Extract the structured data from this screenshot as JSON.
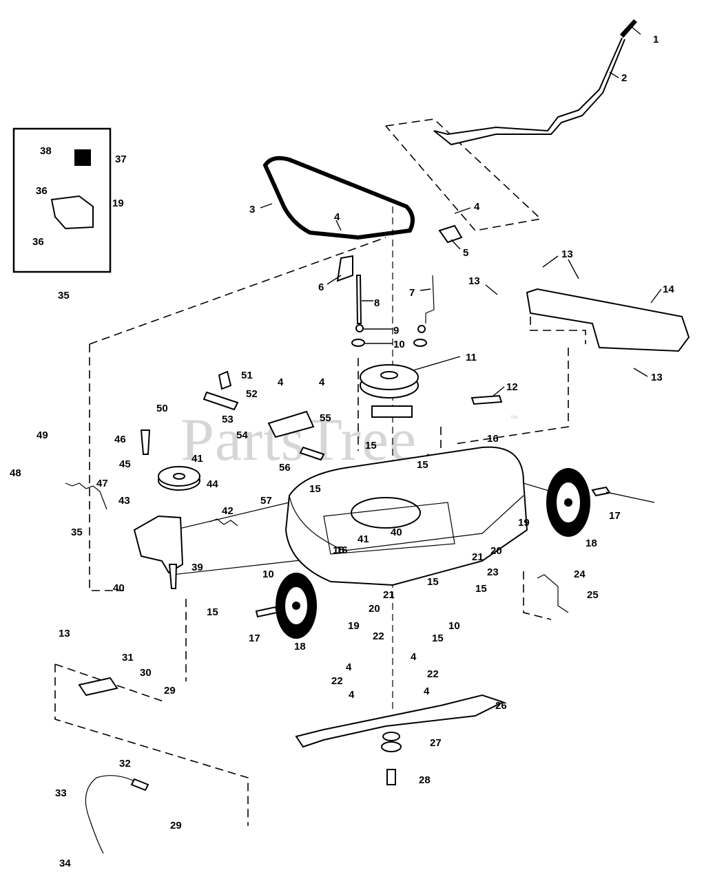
{
  "watermark": "PartsTree",
  "watermark_tm": "™",
  "callouts": [
    {
      "id": "c1",
      "label": "1"
    },
    {
      "id": "c2",
      "label": "2"
    },
    {
      "id": "c3",
      "label": "3"
    },
    {
      "id": "c4a",
      "label": "4"
    },
    {
      "id": "c4b",
      "label": "4"
    },
    {
      "id": "c4c",
      "label": "4"
    },
    {
      "id": "c4d",
      "label": "4"
    },
    {
      "id": "c4e",
      "label": "4"
    },
    {
      "id": "c4f",
      "label": "4"
    },
    {
      "id": "c4g",
      "label": "4"
    },
    {
      "id": "c4h",
      "label": "4"
    },
    {
      "id": "c5",
      "label": "5"
    },
    {
      "id": "c6",
      "label": "6"
    },
    {
      "id": "c7",
      "label": "7"
    },
    {
      "id": "c8",
      "label": "8"
    },
    {
      "id": "c9",
      "label": "9"
    },
    {
      "id": "c10a",
      "label": "10"
    },
    {
      "id": "c10b",
      "label": "10"
    },
    {
      "id": "c10c",
      "label": "10"
    },
    {
      "id": "c11",
      "label": "11"
    },
    {
      "id": "c12",
      "label": "12"
    },
    {
      "id": "c13a",
      "label": "13"
    },
    {
      "id": "c13b",
      "label": "13"
    },
    {
      "id": "c13c",
      "label": "13"
    },
    {
      "id": "c13d",
      "label": "13"
    },
    {
      "id": "c14",
      "label": "14"
    },
    {
      "id": "c15a",
      "label": "15"
    },
    {
      "id": "c15b",
      "label": "15"
    },
    {
      "id": "c15c",
      "label": "15"
    },
    {
      "id": "c15d",
      "label": "15"
    },
    {
      "id": "c15e",
      "label": "15"
    },
    {
      "id": "c15f",
      "label": "15"
    },
    {
      "id": "c15g",
      "label": "15"
    },
    {
      "id": "c16a",
      "label": "16"
    },
    {
      "id": "c16b",
      "label": "16"
    },
    {
      "id": "c16c",
      "label": "16"
    },
    {
      "id": "c17a",
      "label": "17"
    },
    {
      "id": "c17b",
      "label": "17"
    },
    {
      "id": "c18a",
      "label": "18"
    },
    {
      "id": "c18b",
      "label": "18"
    },
    {
      "id": "c19a",
      "label": "19"
    },
    {
      "id": "c19b",
      "label": "19"
    },
    {
      "id": "c19c",
      "label": "19"
    },
    {
      "id": "c20a",
      "label": "20"
    },
    {
      "id": "c20b",
      "label": "20"
    },
    {
      "id": "c21a",
      "label": "21"
    },
    {
      "id": "c21b",
      "label": "21"
    },
    {
      "id": "c22a",
      "label": "22"
    },
    {
      "id": "c22b",
      "label": "22"
    },
    {
      "id": "c22c",
      "label": "22"
    },
    {
      "id": "c23",
      "label": "23"
    },
    {
      "id": "c24",
      "label": "24"
    },
    {
      "id": "c25",
      "label": "25"
    },
    {
      "id": "c26",
      "label": "26"
    },
    {
      "id": "c27",
      "label": "27"
    },
    {
      "id": "c28",
      "label": "28"
    },
    {
      "id": "c29a",
      "label": "29"
    },
    {
      "id": "c29b",
      "label": "29"
    },
    {
      "id": "c30",
      "label": "30"
    },
    {
      "id": "c31",
      "label": "31"
    },
    {
      "id": "c32",
      "label": "32"
    },
    {
      "id": "c33",
      "label": "33"
    },
    {
      "id": "c34",
      "label": "34"
    },
    {
      "id": "c35a",
      "label": "35"
    },
    {
      "id": "c35b",
      "label": "35"
    },
    {
      "id": "c36a",
      "label": "36"
    },
    {
      "id": "c36b",
      "label": "36"
    },
    {
      "id": "c37",
      "label": "37"
    },
    {
      "id": "c38",
      "label": "38"
    },
    {
      "id": "c39",
      "label": "39"
    },
    {
      "id": "c40a",
      "label": "40"
    },
    {
      "id": "c40b",
      "label": "40"
    },
    {
      "id": "c41a",
      "label": "41"
    },
    {
      "id": "c41b",
      "label": "41"
    },
    {
      "id": "c42",
      "label": "42"
    },
    {
      "id": "c43",
      "label": "43"
    },
    {
      "id": "c44",
      "label": "44"
    },
    {
      "id": "c45",
      "label": "45"
    },
    {
      "id": "c46",
      "label": "46"
    },
    {
      "id": "c47",
      "label": "47"
    },
    {
      "id": "c48",
      "label": "48"
    },
    {
      "id": "c49",
      "label": "49"
    },
    {
      "id": "c50",
      "label": "50"
    },
    {
      "id": "c51",
      "label": "51"
    },
    {
      "id": "c52",
      "label": "52"
    },
    {
      "id": "c53",
      "label": "53"
    },
    {
      "id": "c54",
      "label": "54"
    },
    {
      "id": "c55",
      "label": "55"
    },
    {
      "id": "c56",
      "label": "56"
    },
    {
      "id": "c57",
      "label": "57"
    }
  ]
}
